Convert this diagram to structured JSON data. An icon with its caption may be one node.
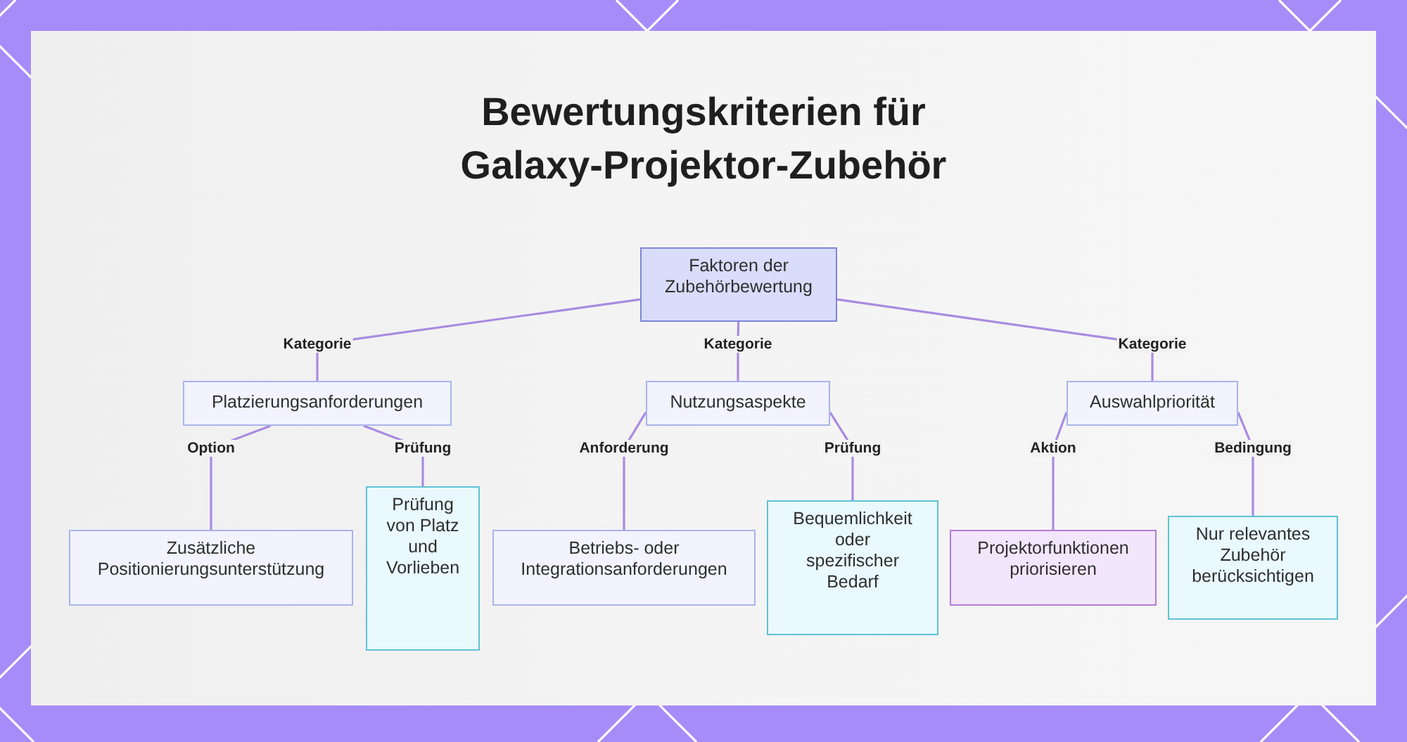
{
  "diagram": {
    "title": "Bewertungskriterien für Galaxy-Projektor-Zubehör",
    "nodes": [
      {
        "text": [
          "Faktoren der Zubehörbewertung"
        ]
      },
      {
        "text": [
          "Platzierungsanforderungen"
        ]
      },
      {
        "text": [
          "Nutzungsaspekte"
        ]
      },
      {
        "text": [
          "Auswahlpriorität"
        ]
      },
      {
        "text": [
          "Zusätzliche Positionierungsunterstützung"
        ]
      },
      {
        "text": [
          "Prüfung von Platz und Vorlieben"
        ]
      },
      {
        "text": [
          "Betriebs- oder Integrationsanforderungen"
        ]
      },
      {
        "text": [
          "Bequemlichkeit oder spezifischer Bedarf"
        ]
      },
      {
        "text": [
          "Projektorfunktionen priorisieren"
        ]
      },
      {
        "text": [
          "Nur relevantes Zubehör berücksichtigen"
        ]
      }
    ],
    "edges": [
      {
        "from": 0,
        "to": 1,
        "arrow": "none",
        "label": "Kategorie"
      },
      {
        "from": 0,
        "to": 2,
        "arrow": "none",
        "label": "Kategorie"
      },
      {
        "from": 0,
        "to": 3,
        "arrow": "none",
        "label": "Kategorie"
      },
      {
        "from": 1,
        "to": 4,
        "arrow": "none",
        "label": "Option"
      },
      {
        "from": 1,
        "to": 5,
        "arrow": "none",
        "label": "Prüfung"
      },
      {
        "from": 2,
        "to": 6,
        "arrow": "none",
        "label": "Anforderung"
      },
      {
        "from": 2,
        "to": 7,
        "arrow": "none",
        "label": "Prüfung"
      },
      {
        "from": 3,
        "to": 8,
        "arrow": "none",
        "label": "Aktion"
      },
      {
        "from": 3,
        "to": 9,
        "arrow": "none",
        "label": "Bedingung"
      }
    ]
  }
}
